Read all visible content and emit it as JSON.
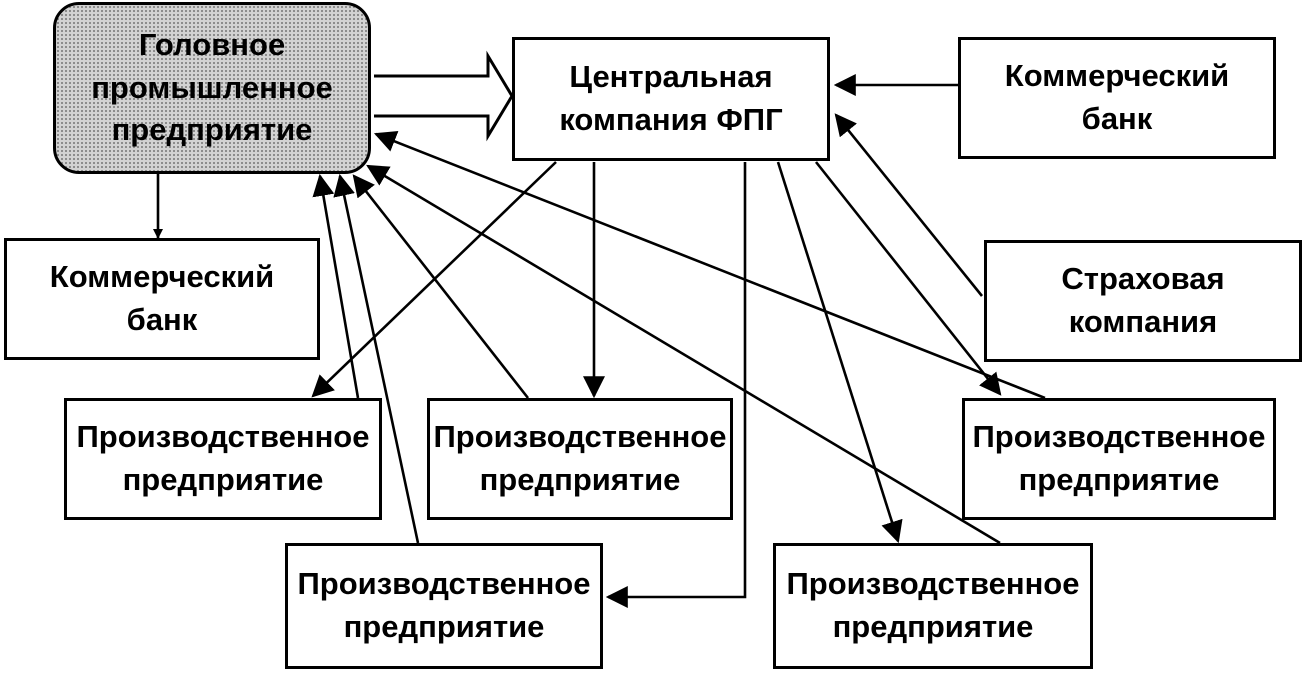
{
  "head_enterprise": {
    "line1": "Головное",
    "line2": "промышленное",
    "line3": "предприятие"
  },
  "central_company": {
    "line1": "Центральная",
    "line2": "компания ФПГ"
  },
  "bank_right": {
    "line1": "Коммерческий",
    "line2": "банк"
  },
  "bank_left": {
    "line1": "Коммерческий",
    "line2": "банк"
  },
  "insurance": {
    "line1": "Страховая",
    "line2": "компания"
  },
  "enterprises": [
    {
      "line1": "Производственное",
      "line2": "предприятие"
    },
    {
      "line1": "Производственное",
      "line2": "предприятие"
    },
    {
      "line1": "Производственное",
      "line2": "предприятие"
    },
    {
      "line1": "Производственное",
      "line2": "предприятие"
    },
    {
      "line1": "Производственное",
      "line2": "предприятие"
    }
  ]
}
